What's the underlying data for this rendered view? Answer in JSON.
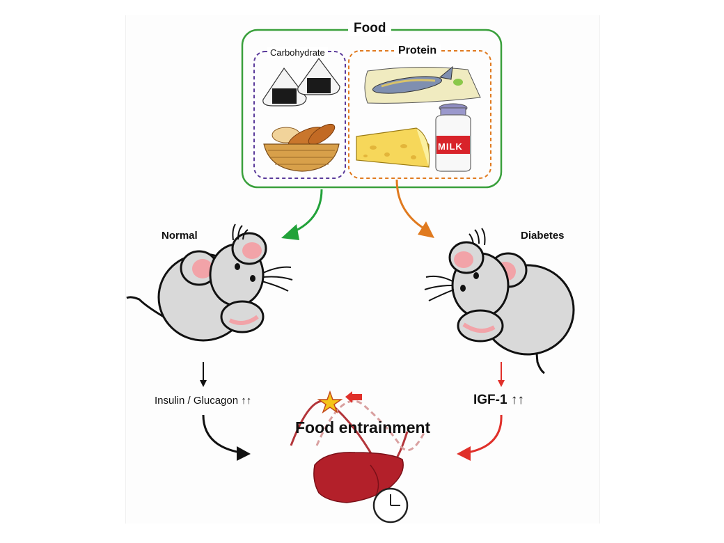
{
  "labels": {
    "food": "Food",
    "carbohydrate": "Carbohydrate",
    "protein": "Protein",
    "milk": "MILK",
    "normal": "Normal",
    "diabetes": "Diabetes",
    "insulin_glucagon": "Insulin / Glucagon ↑↑",
    "igf1": "IGF-1 ↑↑",
    "food_entrainment": "Food entrainment"
  },
  "colors": {
    "food_box": "#3aa03c",
    "carb_box": "#5a3a9a",
    "protein_box": "#e07a1f",
    "arrow_green": "#22a23a",
    "arrow_orange": "#e07a1f",
    "arrow_black": "#111111",
    "arrow_red": "#e0302a",
    "mouse_body": "#d9d9d9",
    "mouse_ear_inner": "#f2a3a8",
    "liver": "#b3202a",
    "star": "#f5c518"
  },
  "icons": [
    "onigiri-icon",
    "bread-basket-icon",
    "fish-icon",
    "cheese-icon",
    "milk-bottle-icon",
    "mouse-icon",
    "liver-icon",
    "clock-icon",
    "star-icon",
    "rhythm-wave-icon"
  ]
}
